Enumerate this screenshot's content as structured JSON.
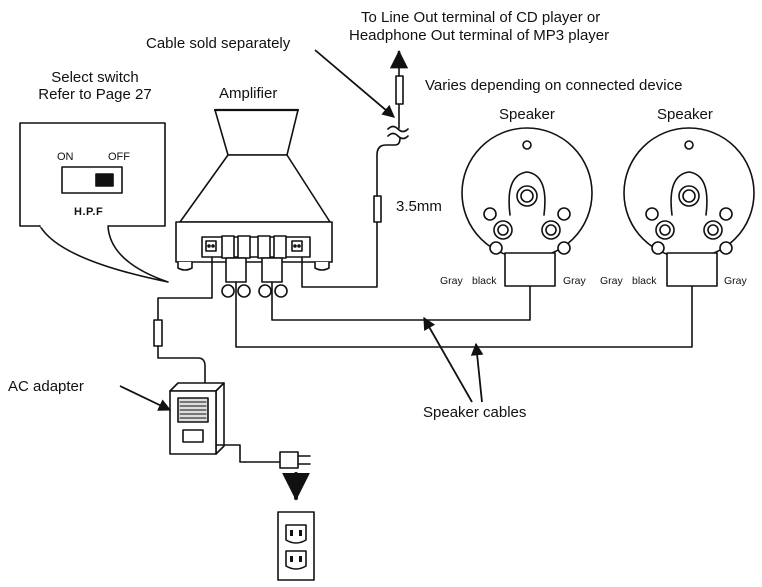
{
  "labels": {
    "source_line1": "To Line Out terminal of CD player or",
    "source_line2": "Headphone Out terminal of MP3 player",
    "cable_sold": "Cable sold separately",
    "varies": "Varies depending on connected device",
    "select_switch_line1": "Select switch",
    "select_switch_line2": "Refer to Page 27",
    "amplifier": "Amplifier",
    "speaker_left": "Speaker",
    "speaker_right": "Speaker",
    "plug_size": "3.5mm",
    "switch_on": "ON",
    "switch_off": "OFF",
    "switch_name": "H.P.F",
    "ac_adapter": "AC adapter",
    "speaker_cables": "Speaker cables",
    "left_gray_a": "Gray",
    "left_black": "black",
    "left_gray_b": "Gray",
    "right_gray_a": "Gray",
    "right_black": "black",
    "right_gray_b": "Gray"
  },
  "colors": {
    "line": "#111111",
    "fill_light": "#ffffff",
    "fill_dark": "#111111",
    "fill_gray": "#cccccc"
  }
}
